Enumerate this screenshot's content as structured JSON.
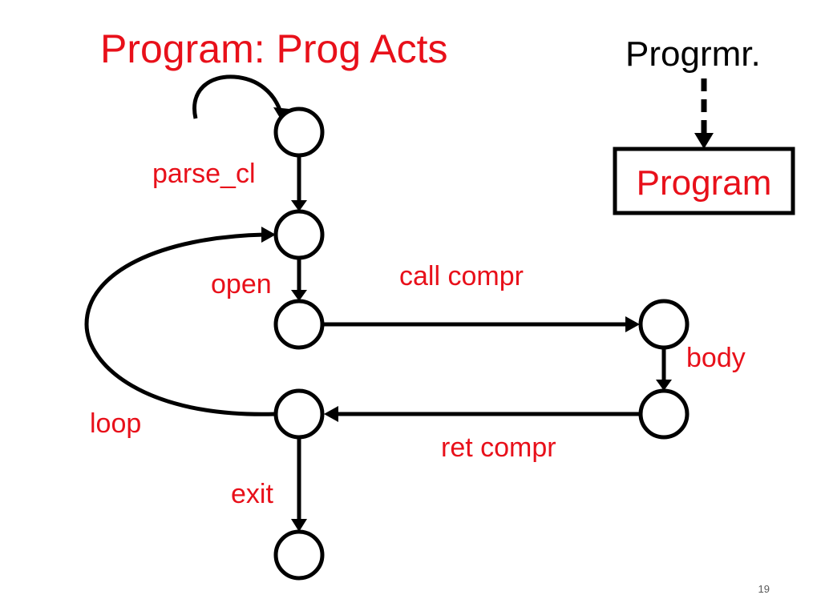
{
  "title": "Program: Prog Acts",
  "programmer_label": "Progrmr.",
  "program_box_label": "Program",
  "page_number": "19",
  "edges": {
    "parse_cl": "parse_cl",
    "open": "open",
    "call_compr": "call compr",
    "body": "body",
    "ret_compr": "ret compr",
    "loop": "loop",
    "exit": "exit"
  },
  "colors": {
    "label_red": "#e8101a",
    "stroke": "#000000"
  }
}
